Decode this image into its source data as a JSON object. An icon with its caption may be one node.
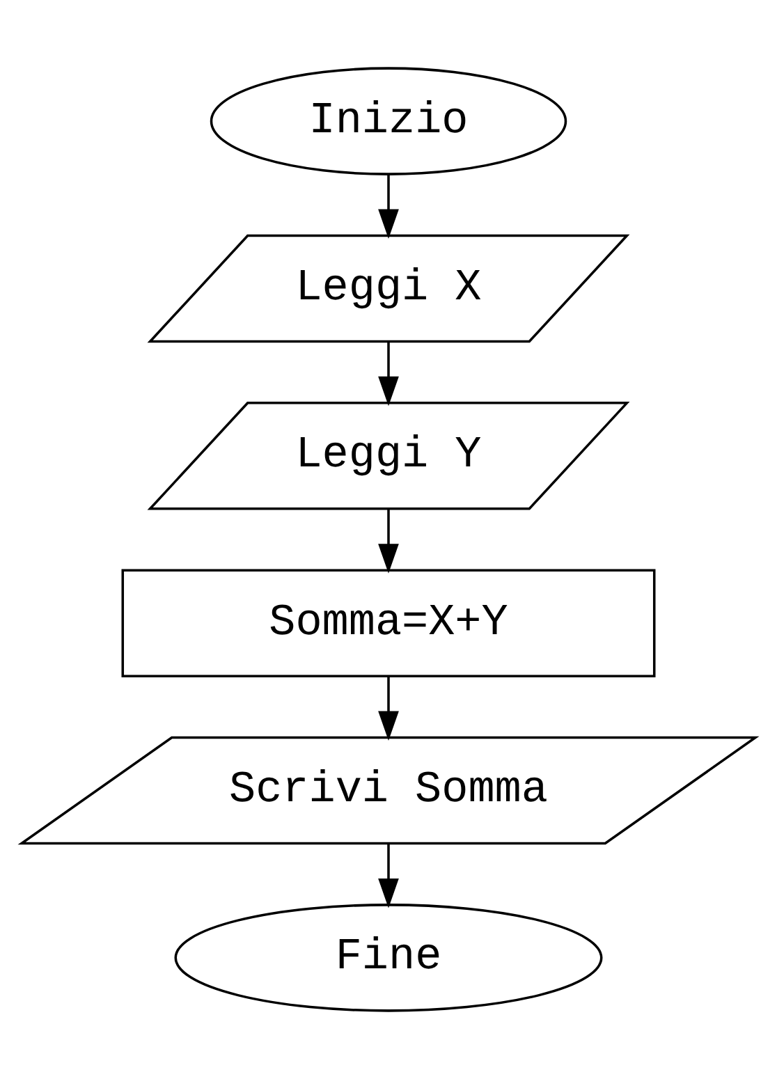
{
  "diagram": {
    "nodes": [
      {
        "text": [
          "Inizio"
        ]
      },
      {
        "text": [
          "Leggi X"
        ]
      },
      {
        "text": [
          "Leggi Y"
        ]
      },
      {
        "text": [
          "Somma=X+Y"
        ]
      },
      {
        "text": [
          "Scrivi Somma"
        ]
      },
      {
        "text": [
          "Fine"
        ]
      }
    ],
    "edges": [
      {
        "from": 0,
        "to": 1,
        "arrow": "to"
      },
      {
        "from": 1,
        "to": 2,
        "arrow": "to"
      },
      {
        "from": 2,
        "to": 3,
        "arrow": "to"
      },
      {
        "from": 3,
        "to": 4,
        "arrow": "to"
      },
      {
        "from": 4,
        "to": 5,
        "arrow": "to"
      }
    ]
  }
}
